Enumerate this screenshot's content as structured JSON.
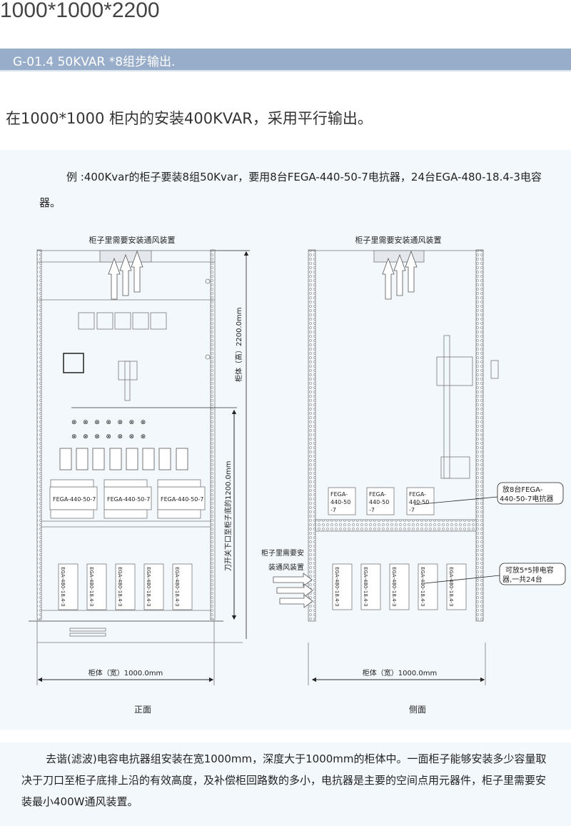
{
  "header": {
    "title": "1000*1000*2200",
    "band": "G-01.4  50KVAR *8组步输出.",
    "subtitle": "在1000*1000 柜内的安装400KVAR，采用平行输出。"
  },
  "intro": "例 :400Kvar的柜子要装8组50Kvar，要用8台FEGA-440-50-7电抗器，24台EGA-480-18.4-3电容器。",
  "front": {
    "vent_label": "柜子里需要安装通风装置",
    "height_dim": "柜体（高）2200.0mm",
    "switch_dim": "刀开关下口至柜子底的1200.0mm",
    "width_dim": "柜体（宽）1000.0mm",
    "reactor_label": "FEGA-440-50-7",
    "capacitor_label": "EGA-480-18.4-3",
    "caption": "正面"
  },
  "side": {
    "vent_top_label": "柜子里需要安装通风装置",
    "vent_side_label_1": "柜子里需要安",
    "vent_side_label_2": "装通风装置",
    "reactor_label_1": "FEGA-",
    "reactor_label_2": "440-50",
    "reactor_label_3": "-7",
    "callout_reactor_1": "放8台FEGA-",
    "callout_reactor_2": "440-50-7电抗器",
    "callout_cap_1": "可放5*5排电容",
    "callout_cap_2": "器,一共24台",
    "width_dim": "柜体（宽）1000.0mm",
    "caption": "侧面"
  },
  "footer": "去谐(滤波)电容电抗器组安装在宽1000mm，深度大于1000mm的柜体中。一面柜子能够安装多少容量取决于刀口至柜子底排上沿的有效高度，及补偿柜回路数的多小，电抗器是主要的空间点用元器件，柜子里需要安装最小400W通风装置。"
}
